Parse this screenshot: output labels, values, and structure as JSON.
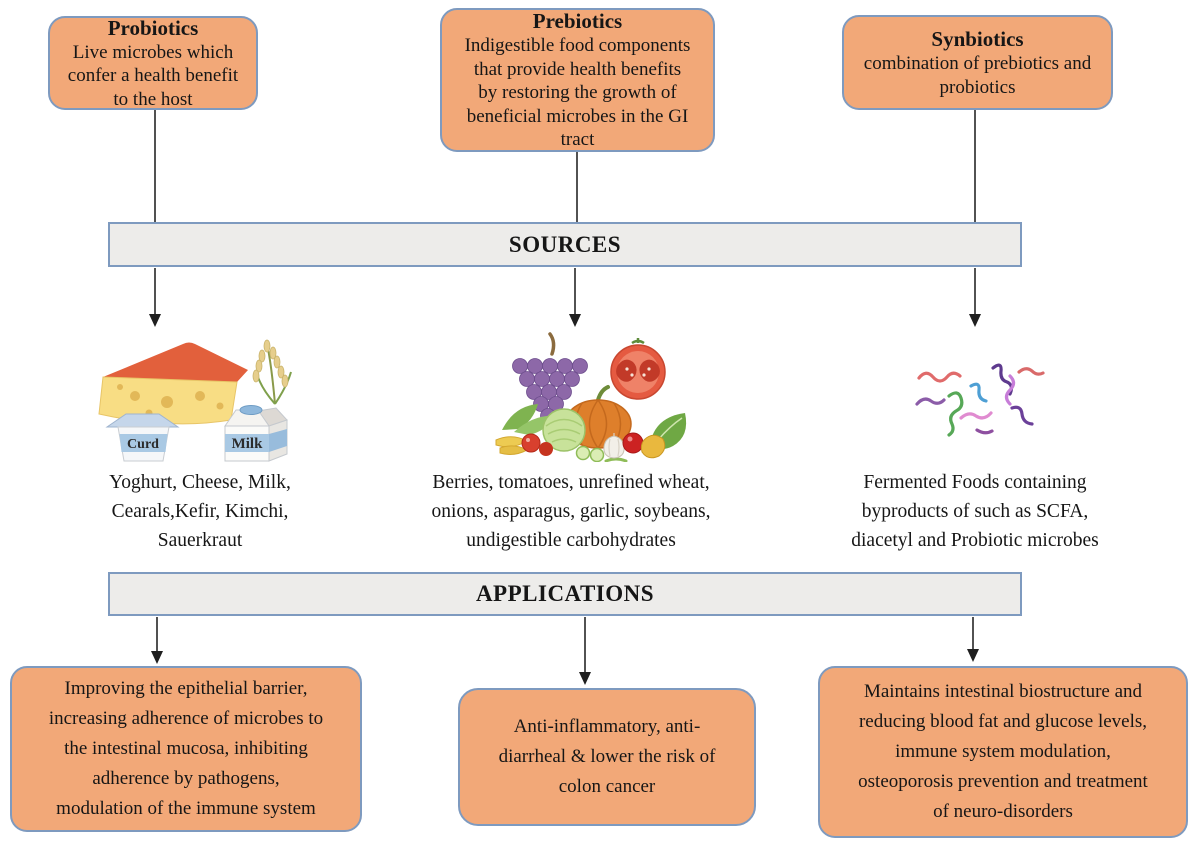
{
  "definitions": [
    {
      "title": "Probiotics",
      "body": "Live microbes which\nconfer a health benefit\nto the host"
    },
    {
      "title": "Prebiotics",
      "body": "Indigestible food components\nthat provide health benefits\nby restoring the growth of\nbeneficial microbes in the GI\ntract"
    },
    {
      "title": "Synbiotics",
      "body": "combination of prebiotics and\nprobiotics"
    }
  ],
  "bars": {
    "sources_label": "SOURCES",
    "applications_label": "APPLICATIONS"
  },
  "sources": [
    {
      "icon": "dairy-products-icon",
      "caption": "Yoghurt, Cheese, Milk,\nCearals,Kefir, Kimchi,\nSauerkraut"
    },
    {
      "icon": "fruits-vegetables-icon",
      "caption": "Berries, tomatoes, unrefined wheat,\nonions, asparagus, garlic, soybeans,\nundigestible carbohydrates"
    },
    {
      "icon": "microbes-icon",
      "caption": "Fermented Foods containing\nbyproducts of such as SCFA,\ndiacetyl and Probiotic microbes"
    }
  ],
  "dairy_labels": {
    "curd": "Curd",
    "milk": "Milk"
  },
  "applications": [
    {
      "body": "Improving the epithelial barrier,\nincreasing adherence of microbes to\nthe intestinal mucosa, inhibiting\nadherence by pathogens,\nmodulation of the immune system"
    },
    {
      "body": "Anti-inflammatory, anti-\ndiarrheal & lower the risk of\ncolon cancer"
    },
    {
      "body": "Maintains intestinal biostructure and\nreducing blood fat and glucose levels,\nimmune system modulation,\nosteoporosis prevention and treatment\nof neuro-disorders"
    }
  ],
  "colors": {
    "box_fill": "#F2A878",
    "box_border": "#7E9ABF",
    "bar_fill": "#EDECEA",
    "arrow": "#1F1F1F",
    "text": "#161616"
  }
}
